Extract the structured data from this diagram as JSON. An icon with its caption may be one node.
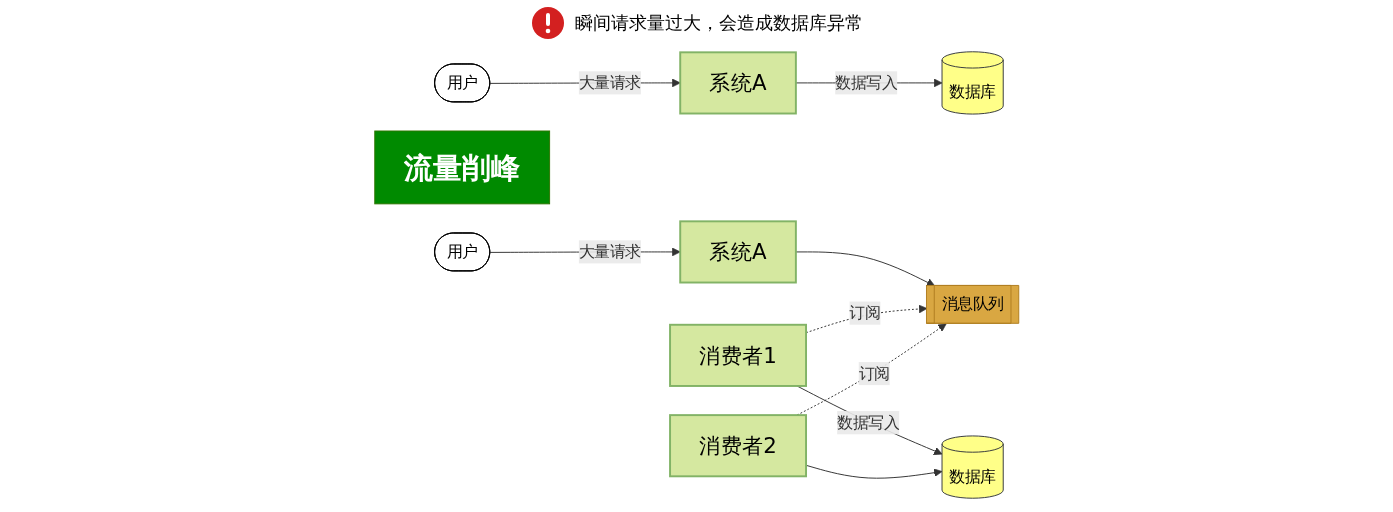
{
  "diagram": {
    "nodes": [
      {
        "text": [
          "用户"
        ]
      },
      {
        "text": [
          "系统A"
        ]
      },
      {
        "text": [
          "数据库"
        ]
      },
      {
        "text": [
          "流量削峰"
        ]
      },
      {
        "text": [
          "用户"
        ]
      },
      {
        "text": [
          "系统A"
        ]
      },
      {
        "text": [
          "消息队列"
        ]
      },
      {
        "text": [
          "消费者1"
        ]
      },
      {
        "text": [
          "消费者2"
        ]
      },
      {
        "text": [
          "数据库"
        ]
      }
    ],
    "edges": [
      {
        "from": 0,
        "to": 1,
        "arrow": "to",
        "label": "大量请求"
      },
      {
        "from": 1,
        "to": 2,
        "arrow": "to",
        "label": "数据写入"
      },
      {
        "from": 4,
        "to": 5,
        "arrow": "to",
        "label": "大量请求"
      },
      {
        "from": 5,
        "to": 6,
        "arrow": "to"
      },
      {
        "from": 7,
        "to": 6,
        "arrow": "to",
        "label": "订阅",
        "style": "dashed"
      },
      {
        "from": 8,
        "to": 6,
        "arrow": "to",
        "label": "订阅",
        "style": "dashed"
      },
      {
        "from": 7,
        "to": 9,
        "arrow": "to",
        "label": "数据写入"
      },
      {
        "from": 8,
        "to": 9,
        "arrow": "to"
      }
    ],
    "labels": [
      "瞬间请求量过大，会造成数据库异常"
    ]
  }
}
